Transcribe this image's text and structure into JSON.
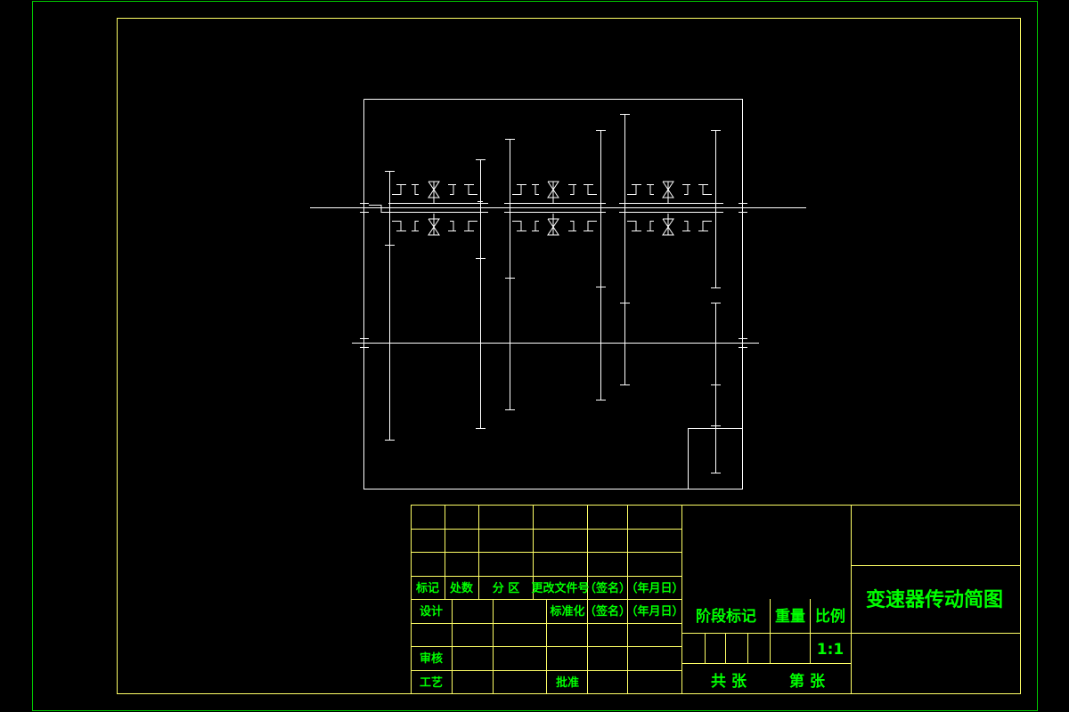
{
  "title_block": {
    "drawing_title": "变速器传动简图",
    "scale_value": "1:1",
    "headers": {
      "mark": "标记",
      "count": "处数",
      "zone": "分 区",
      "change_doc_no": "更改文件号",
      "signature": "（签名）",
      "date": "（年月日）"
    },
    "rows": {
      "design": "设计",
      "standardization": "标准化",
      "signature2": "（签名）",
      "date2": "（年月日）",
      "review": "审核",
      "process": "工艺",
      "approve": "批准"
    },
    "stage_mark": "阶段标记",
    "weight": "重量",
    "scale": "比例",
    "total_sheets": "共  张",
    "sheet_no": "第  张"
  },
  "colors": {
    "frame": "#00cc00",
    "inner_border": "#ffff66",
    "table_lines": "#ffff66",
    "text": "#00ff00",
    "diagram": "#ffffff",
    "background": "#000000"
  }
}
